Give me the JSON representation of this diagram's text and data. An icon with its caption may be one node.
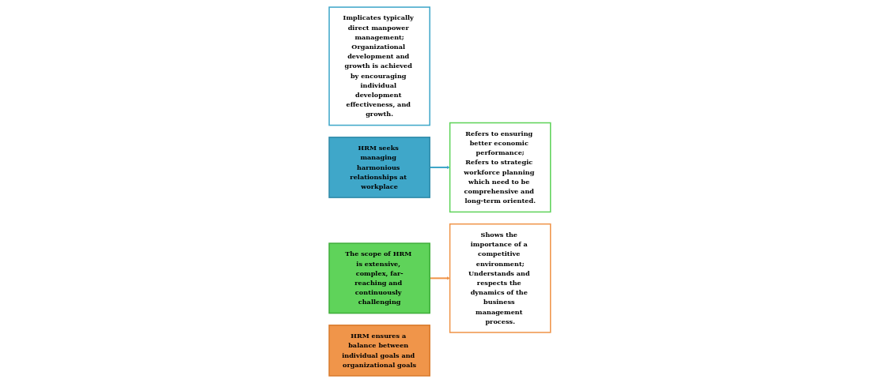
{
  "diagram": {
    "nodes": [
      {
        "text": [
          "Implicates typically direct manpower management;",
          "Organizational development and growth is achieved by encouraging individual development effectiveness, and growth."
        ]
      },
      {
        "text": [
          "HRM seeks managing harmonious relationships at workplace"
        ]
      },
      {
        "text": [
          "The scope of HRM is extensive, complex, far-reaching and continuously challenging"
        ]
      },
      {
        "text": [
          "Refers to ensuring better economic performance;",
          "Refers to strategic workforce planning which need to be comprehensive and long-term oriented."
        ]
      },
      {
        "text": [
          "Shows the importance of a competitive environment;",
          "Understands and respects the dynamics of the business management process."
        ]
      },
      {
        "text": [
          "HRM ensures a balance between individual goals and organizational goals"
        ]
      }
    ],
    "edges": [
      {
        "from": 1,
        "to": 3,
        "arrow": "to",
        "color": "#3fa7c9"
      },
      {
        "from": 2,
        "to": 4,
        "arrow": "to",
        "color": "#f0954a"
      }
    ]
  }
}
